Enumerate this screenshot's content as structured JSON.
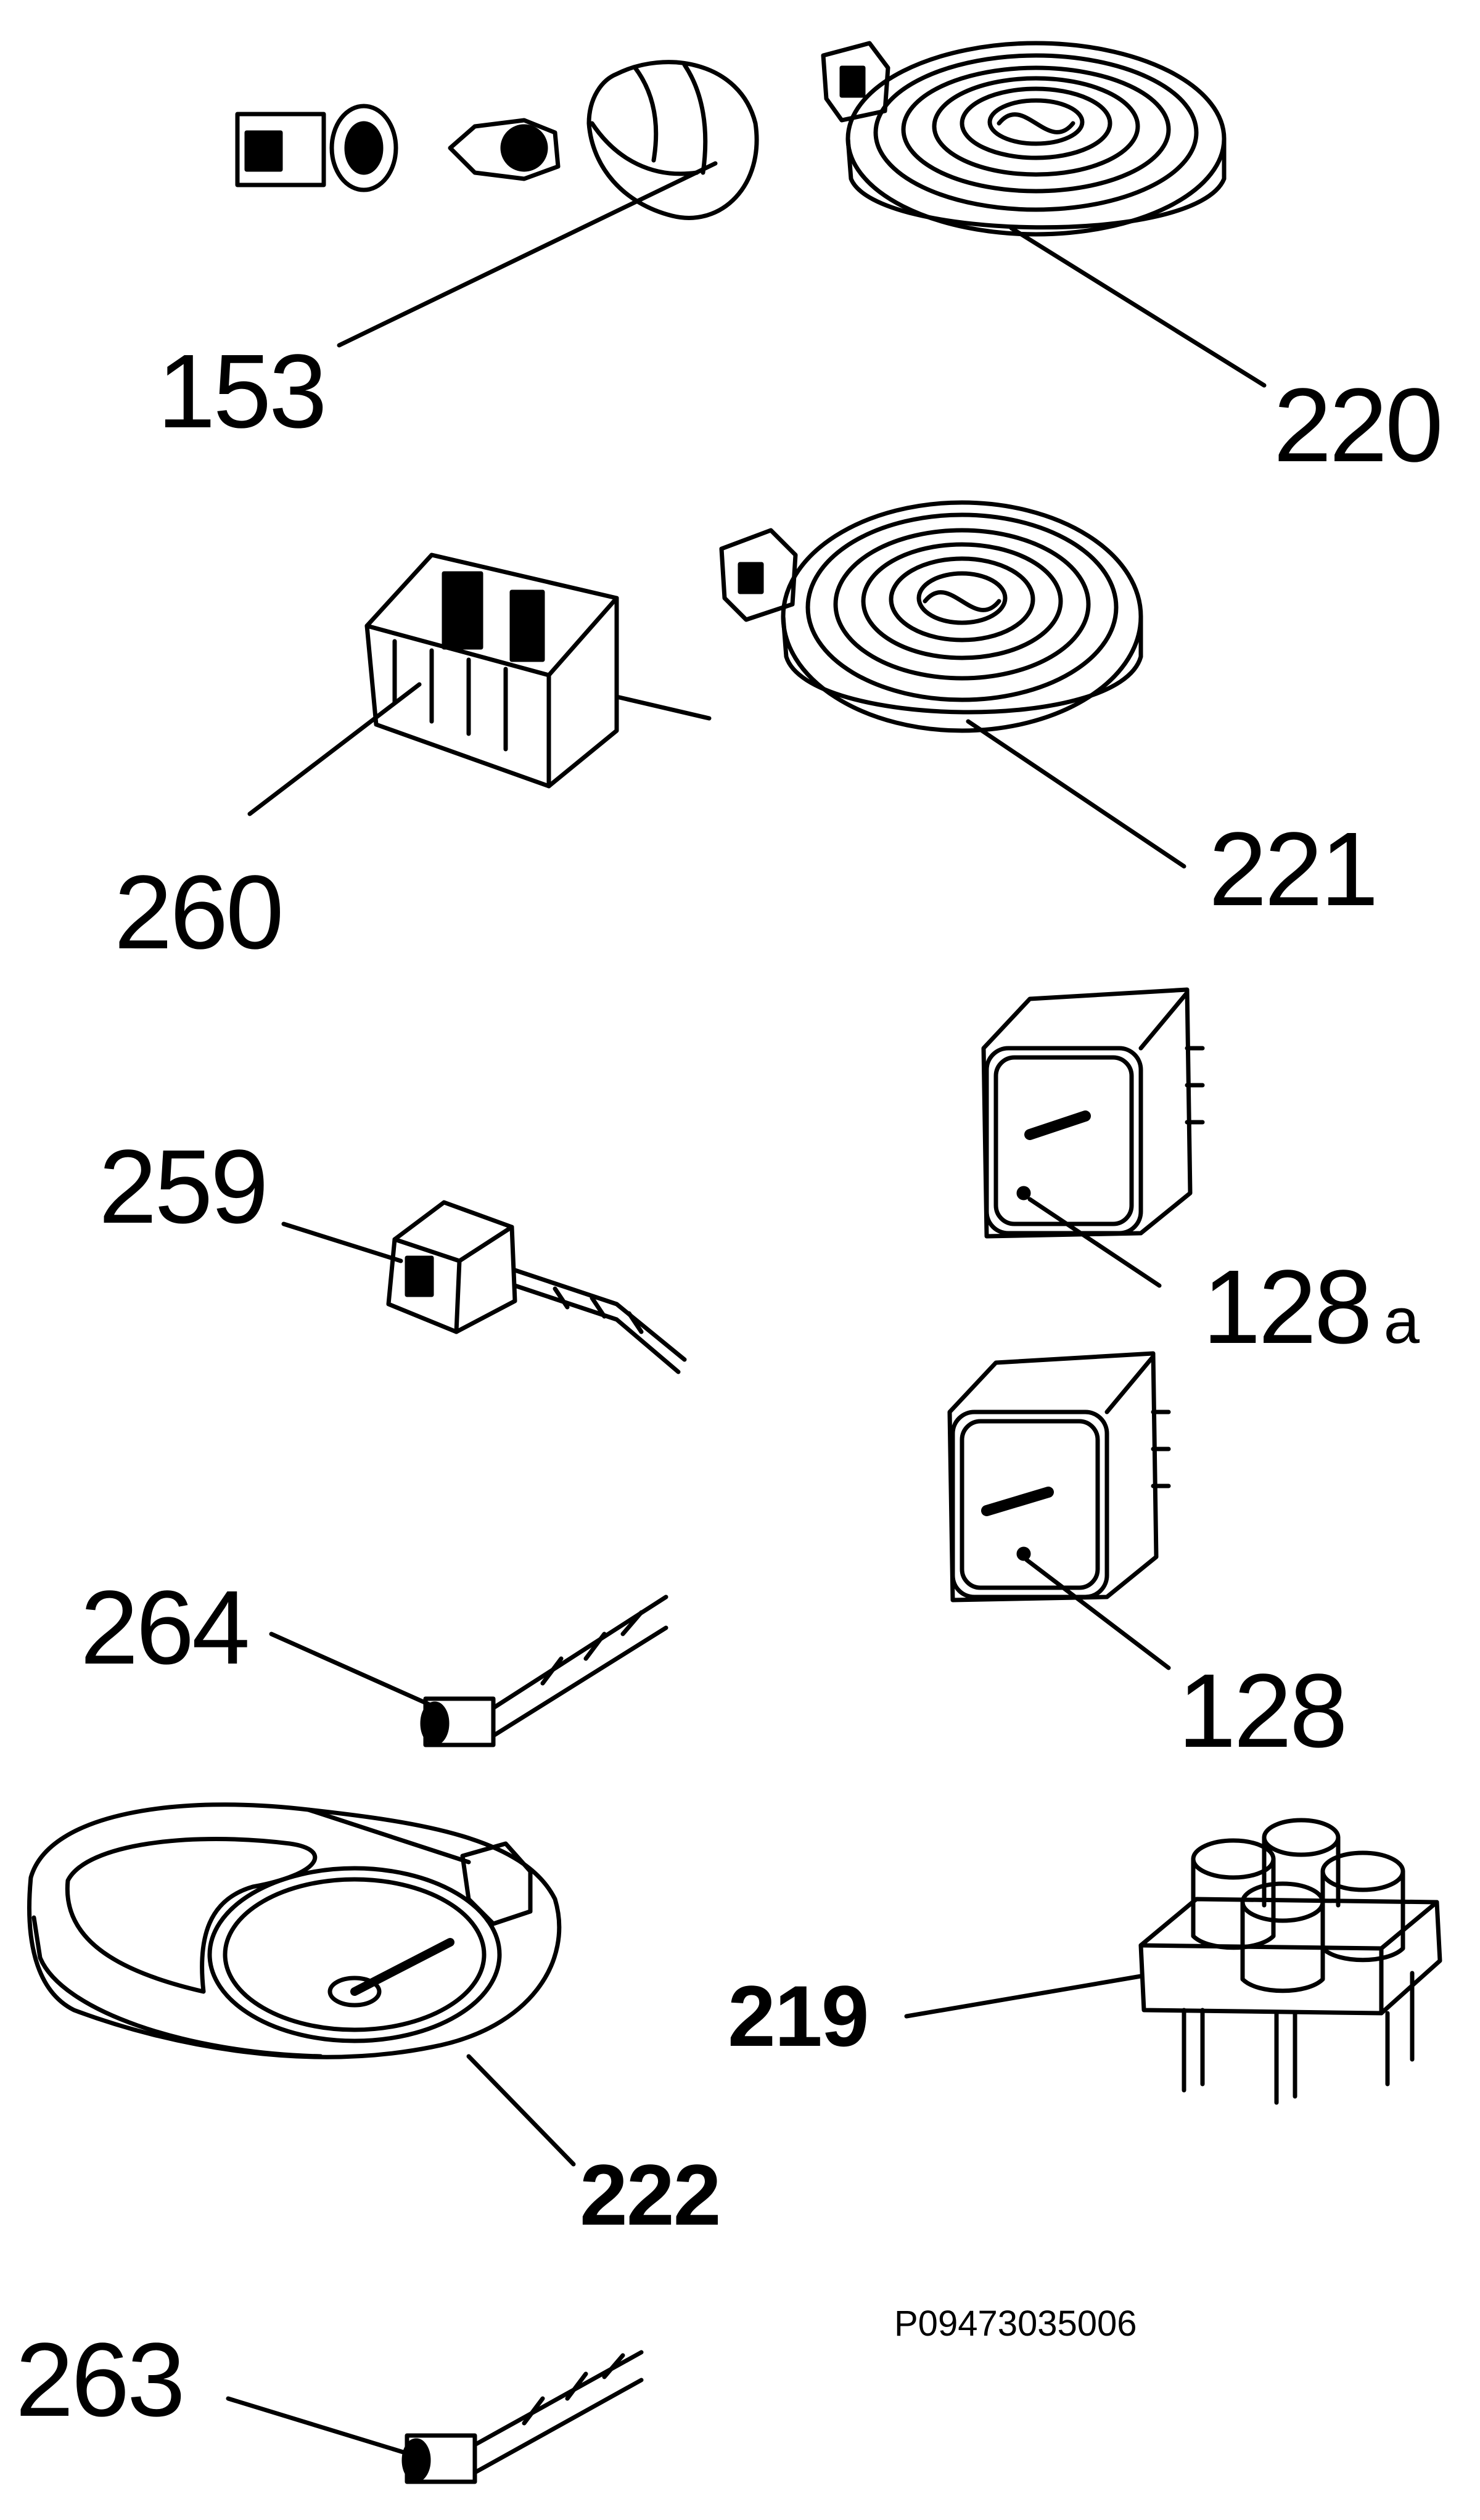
{
  "diagram": {
    "parts": [
      {
        "id": "part-153",
        "label": "153",
        "name": "lamp-assembly"
      },
      {
        "id": "part-220",
        "label": "220",
        "name": "radiant-heater-large"
      },
      {
        "id": "part-221",
        "label": "221",
        "name": "radiant-heater-small"
      },
      {
        "id": "part-260",
        "label": "260",
        "name": "rotary-switch"
      },
      {
        "id": "part-259",
        "label": "259",
        "name": "energy-regulator"
      },
      {
        "id": "part-128a",
        "label": "128",
        "suffix": "a",
        "name": "relay-top"
      },
      {
        "id": "part-128",
        "label": "128",
        "name": "relay-bottom"
      },
      {
        "id": "part-264",
        "label": "264",
        "name": "shaft-extension"
      },
      {
        "id": "part-222",
        "label": "222",
        "name": "oval-dual-heater"
      },
      {
        "id": "part-219",
        "label": "219",
        "name": "indicator-lamp-block"
      },
      {
        "id": "part-263",
        "label": "263",
        "name": "shaft-extension-lower"
      }
    ],
    "drawing_code": "P09473035006"
  }
}
